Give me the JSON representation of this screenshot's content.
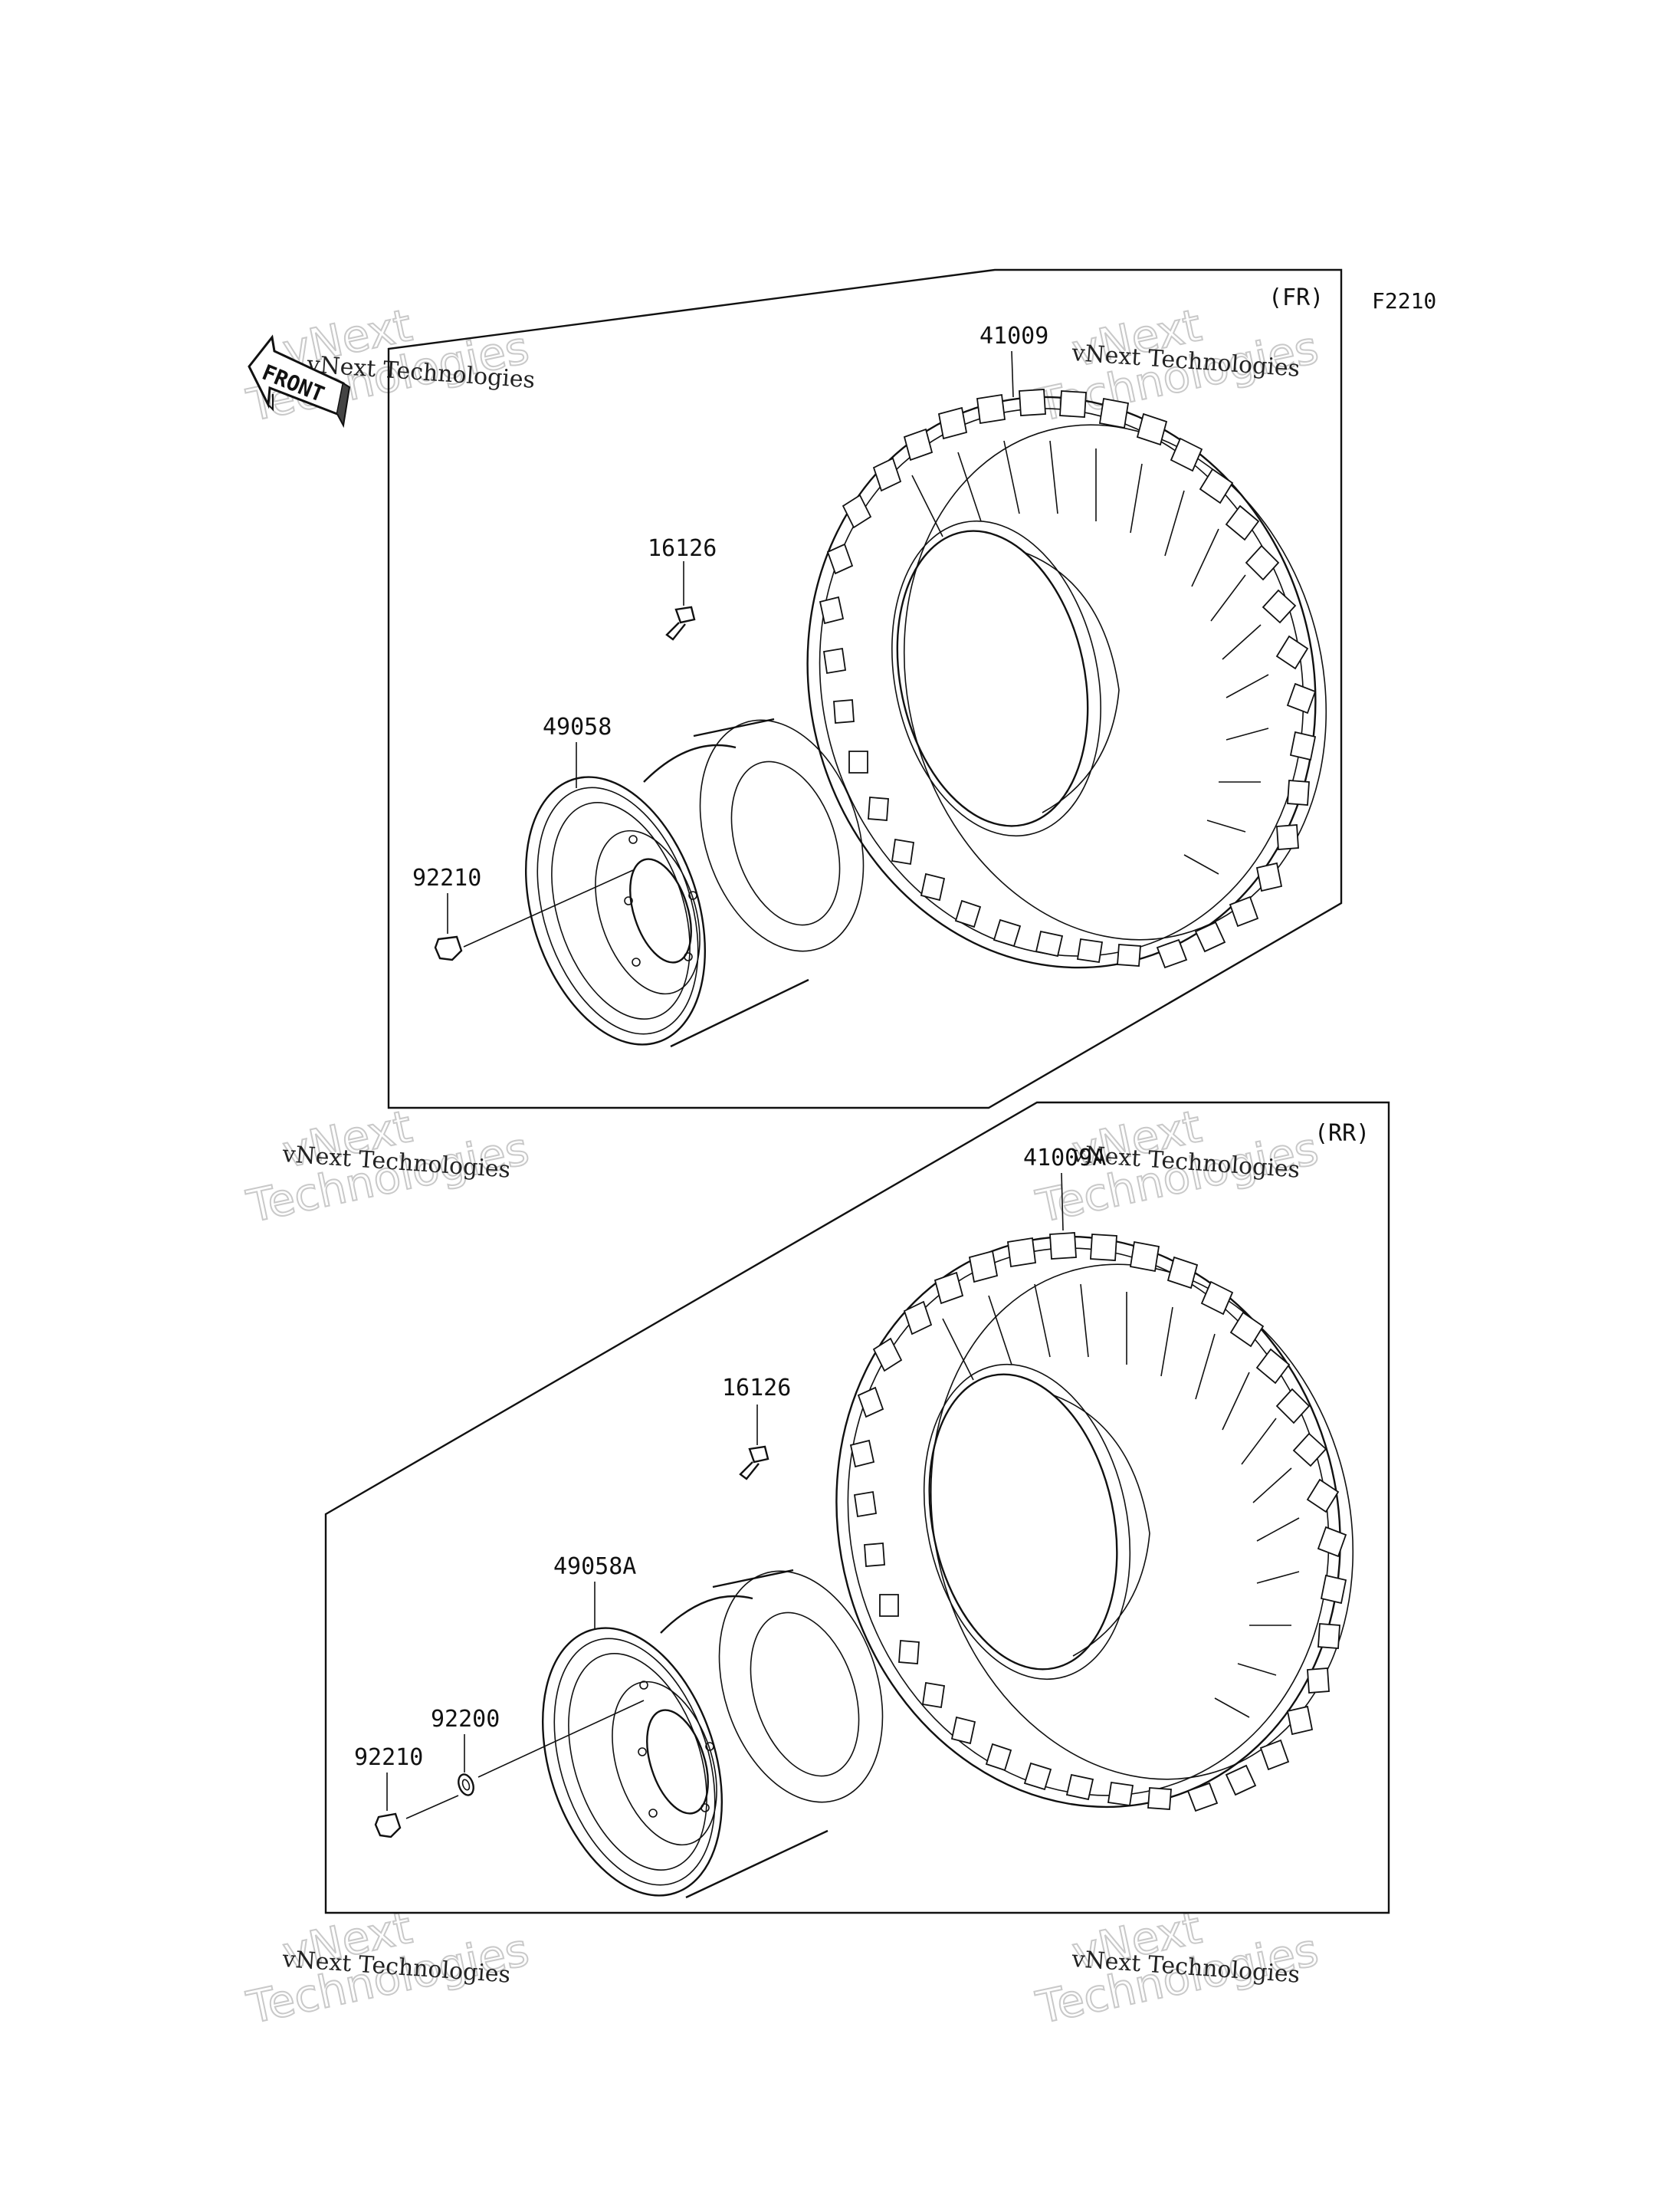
{
  "diagram_code": "F2210",
  "front_arrow": {
    "text": "FRONT",
    "icon": "front-arrow-icon"
  },
  "sections": [
    {
      "id": "front",
      "tag": "(FR)",
      "parts": [
        {
          "number": "41009"
        },
        {
          "number": "16126"
        },
        {
          "number": "49058"
        },
        {
          "number": "92210"
        }
      ]
    },
    {
      "id": "rear",
      "tag": "(RR)",
      "parts": [
        {
          "number": "41009A"
        },
        {
          "number": "16126"
        },
        {
          "number": "49058A"
        },
        {
          "number": "92200"
        },
        {
          "number": "92210"
        }
      ]
    }
  ],
  "watermark": {
    "line1": "vNext",
    "line2": "Technologies",
    "caption": "vNext Technologies"
  }
}
